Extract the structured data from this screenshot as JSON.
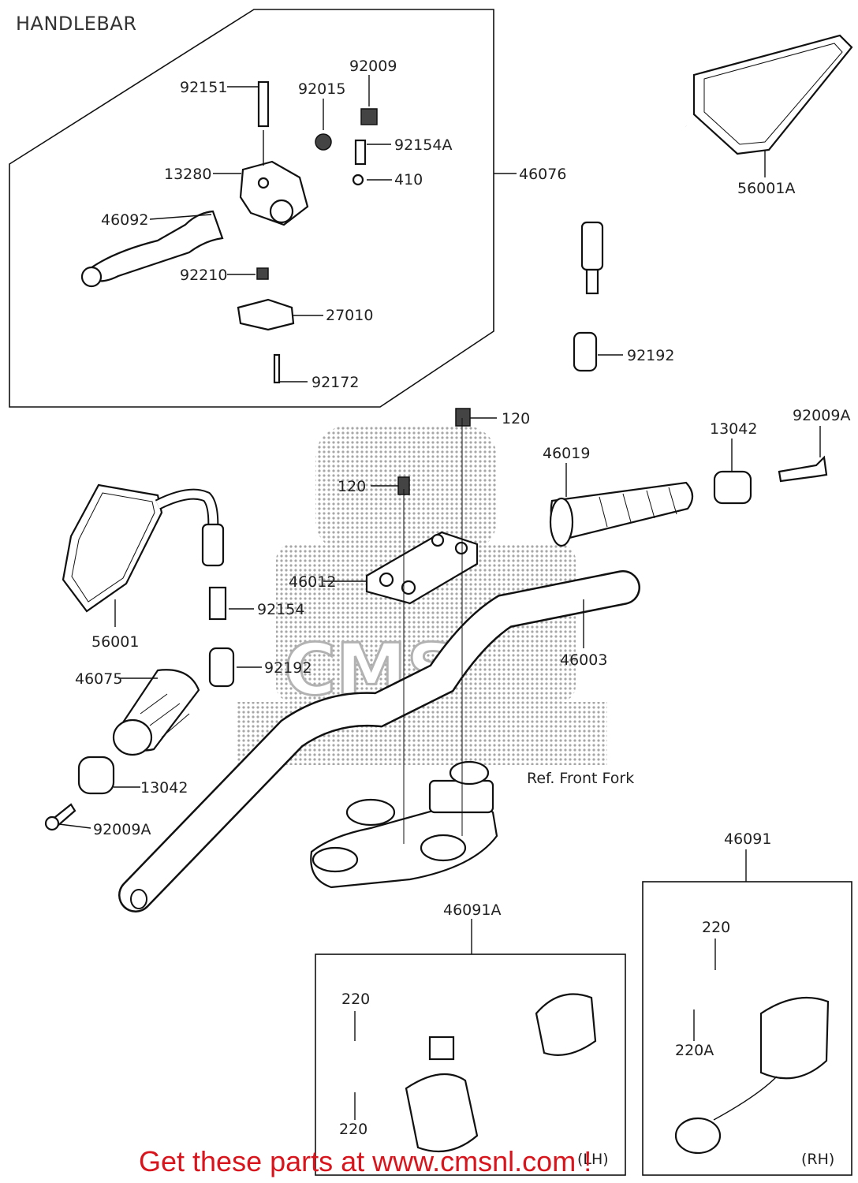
{
  "title": "HANDLEBAR",
  "footer": "Get these parts at www.cmsnl.com !",
  "watermark_text": "Ref. Front Fork",
  "side_labels": {
    "lh": "(LH)",
    "rh": "(RH)"
  },
  "part_labels": {
    "p92151": "92151",
    "p92009": "92009",
    "p92015": "92015",
    "p92154A": "92154A",
    "p13280": "13280",
    "p46076": "46076",
    "p410": "410",
    "p46092": "46092",
    "p92210": "92210",
    "p27010": "27010",
    "p92172": "92172",
    "p56001A": "56001A",
    "p92192a": "92192",
    "p120a": "120",
    "p92009Aa": "92009A",
    "p13042a": "13042",
    "p46019": "46019",
    "p120b": "120",
    "p46012": "46012",
    "p92154": "92154",
    "p56001": "56001",
    "p46003": "46003",
    "p46075": "46075",
    "p92192b": "92192",
    "p13042b": "13042",
    "p92009Ab": "92009A",
    "p46091": "46091",
    "p46091A": "46091A",
    "p220a": "220",
    "p220b": "220",
    "p220c": "220",
    "p220A": "220A"
  },
  "colors": {
    "footer": "#d8141c",
    "ink": "#111111",
    "watermark": "#9a9a9a"
  }
}
